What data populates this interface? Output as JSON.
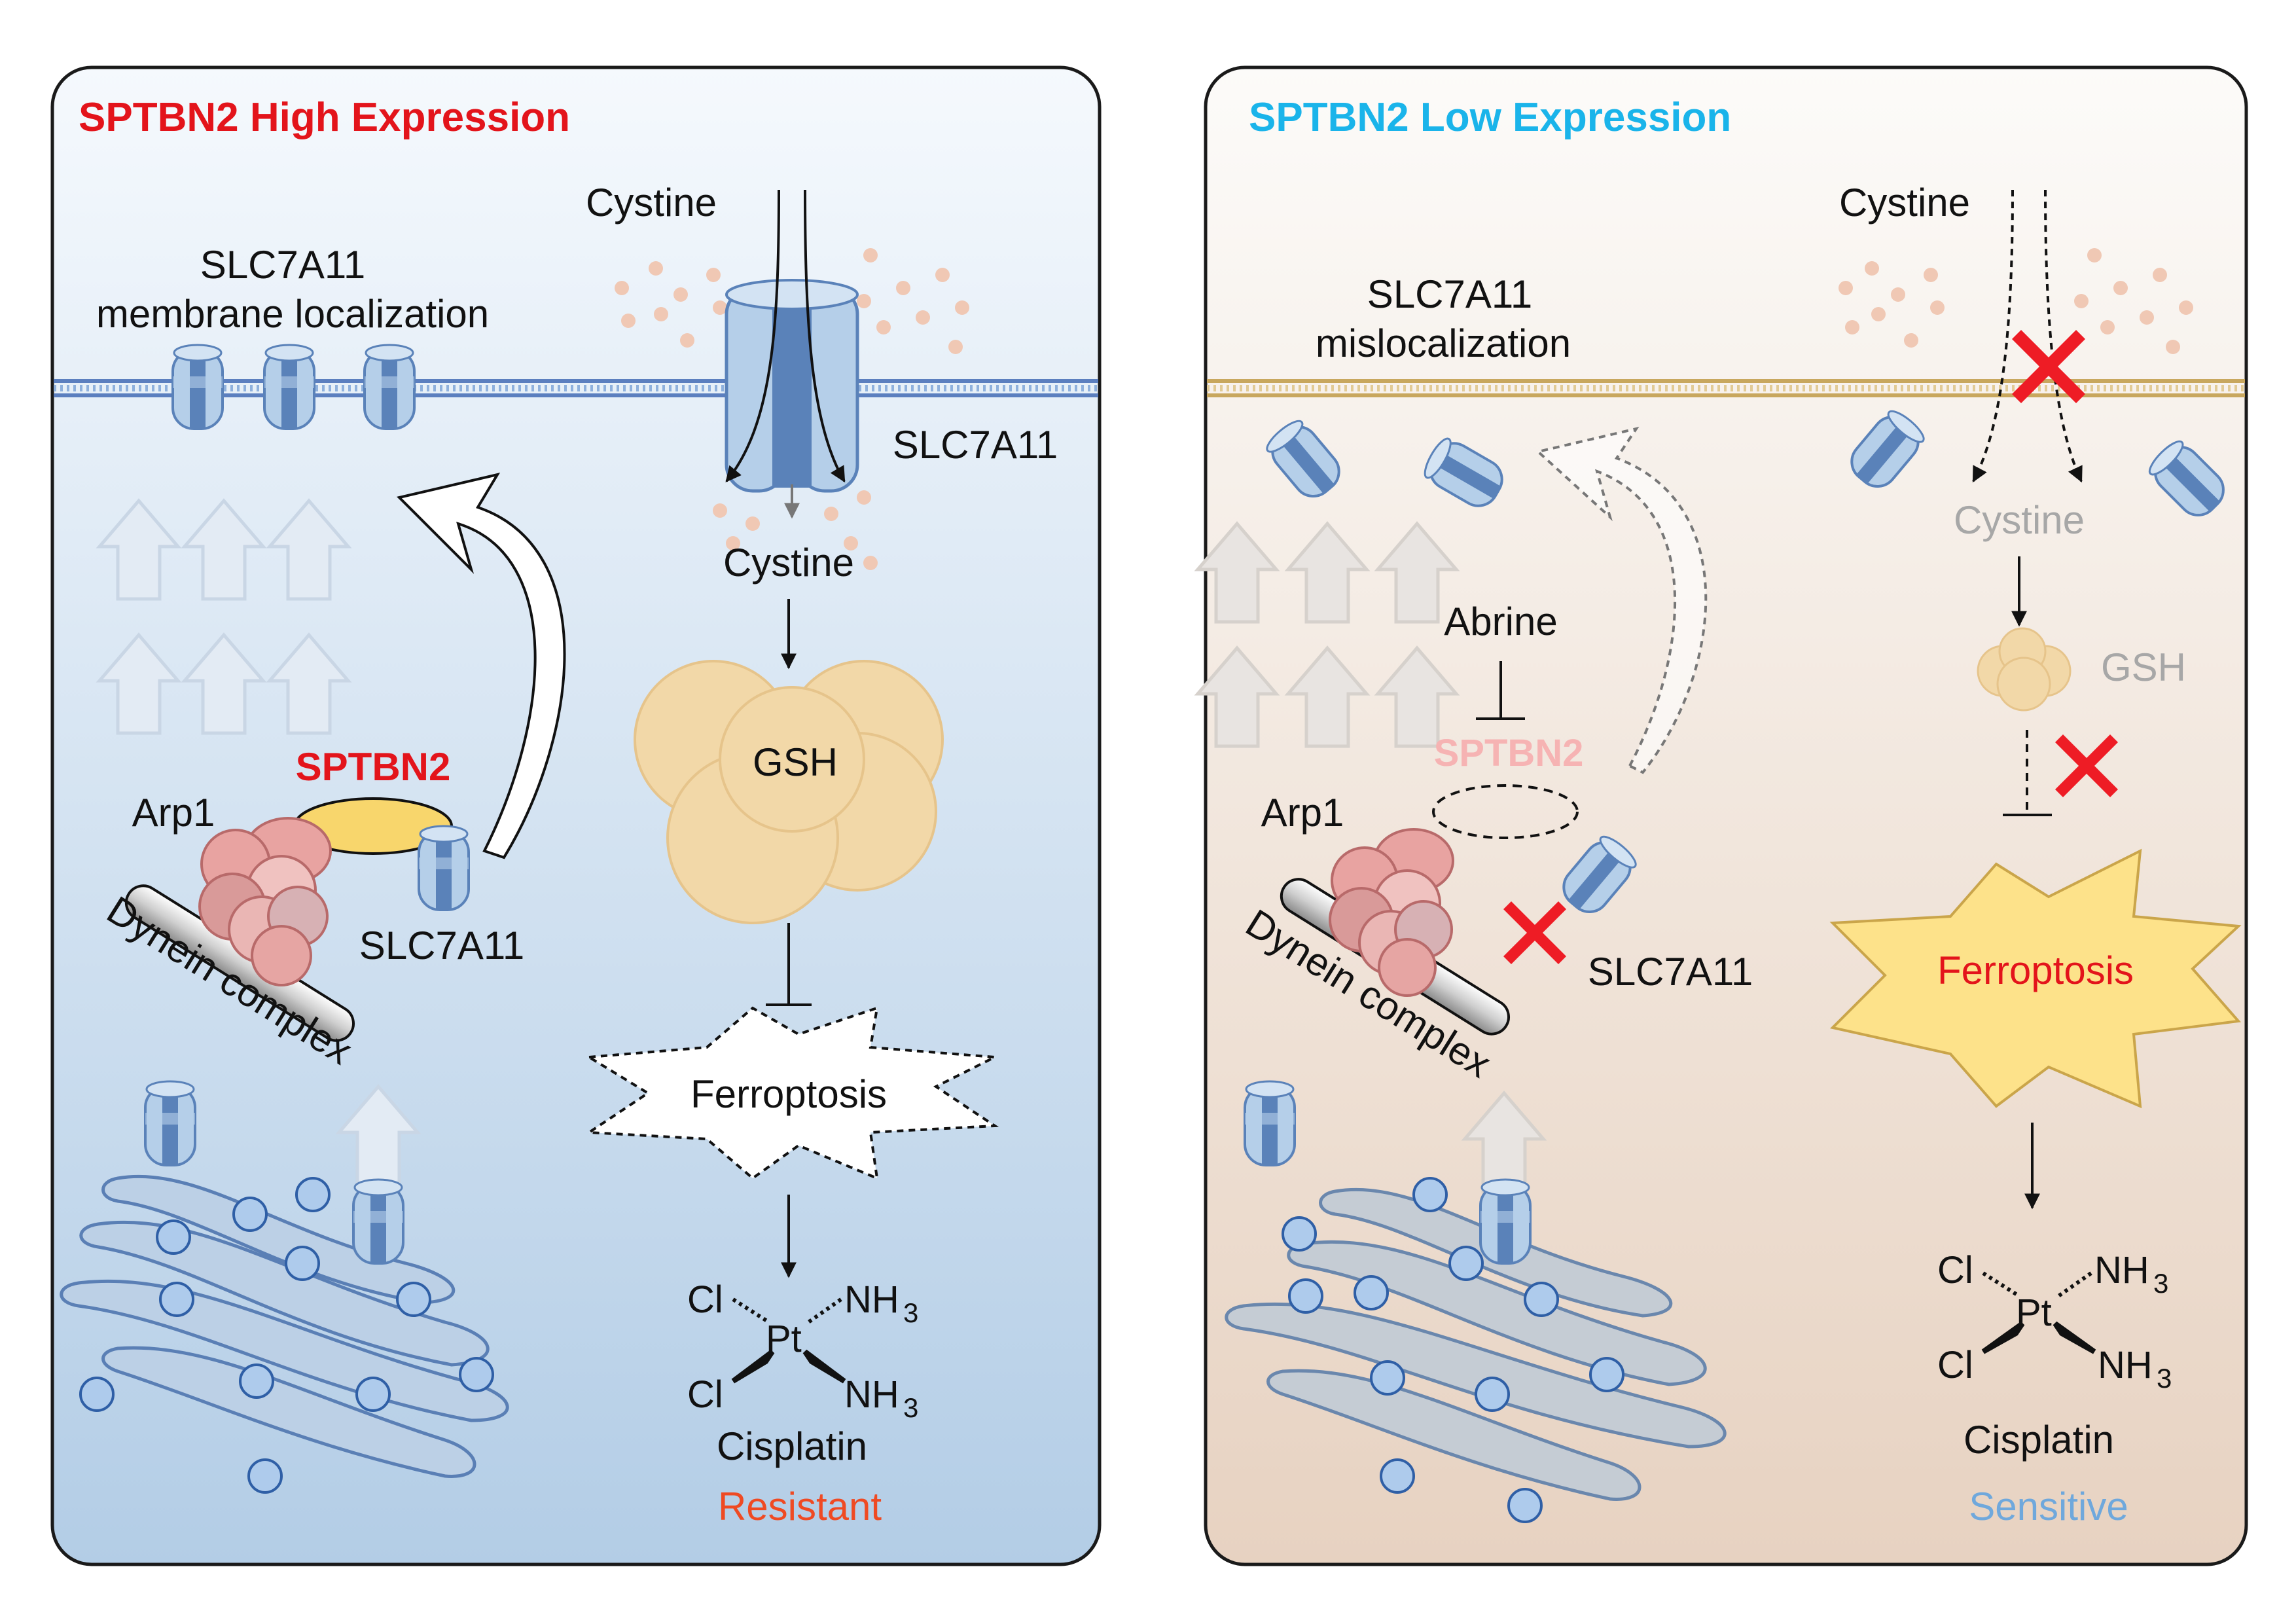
{
  "left_panel": {
    "header": "SPTBN2 High Expression",
    "header_color": "#e3141b",
    "bg_top": "#f5f9fd",
    "bg_bottom": "#b3cde6",
    "slc_membrane_line1": "SLC7A11",
    "slc_membrane_line2": "membrane localization",
    "cystine_out": "Cystine",
    "transporter_label": "SLC7A11",
    "cystine_in": "Cystine",
    "gsh": "GSH",
    "sptbn2": "SPTBN2",
    "arp1": "Arp1",
    "slc_complex": "SLC7A11",
    "dynein": "Dynein complex",
    "ferroptosis": "Ferroptosis",
    "cisplatin": "Cisplatin",
    "outcome": "Resistant",
    "outcome_color": "#ef4a23"
  },
  "right_panel": {
    "header": "SPTBN2 Low Expression",
    "header_color": "#1ab4ea",
    "bg_top": "#fcfbf9",
    "bg_bottom": "#e7d2c1",
    "slc_line1": "SLC7A11",
    "slc_line2": "mislocalization",
    "cystine_out": "Cystine",
    "cystine_in": "Cystine",
    "gsh": "GSH",
    "abrine": "Abrine",
    "sptbn2": "SPTBN2",
    "arp1": "Arp1",
    "slc_complex": "SLC7A11",
    "dynein": "Dynein complex",
    "ferroptosis": "Ferroptosis",
    "ferroptosis_color": "#e3141b",
    "cisplatin": "Cisplatin",
    "outcome": "Sensitive",
    "outcome_color": "#6fa8dc"
  },
  "cisplatin_structure": {
    "atom_cl_1": "Cl",
    "atom_cl_2": "Cl",
    "atom_pt": "Pt",
    "atom_nh": "NH",
    "subscript": "3"
  },
  "colors": {
    "transporter_light": "#b5cfe9",
    "transporter_dark": "#5a82b9",
    "membrane_left": "#5b7fbf",
    "membrane_right": "#c8a75e",
    "gsh_fill": "#f2d8a8",
    "gsh_stroke": "#e6c48b",
    "sptbn2_fill": "#f8d66c",
    "ferroptosis_star": "#fde28a",
    "vesicle": "#aecbec",
    "golgi": "#bcd0e6",
    "dot": "#f0c8b4",
    "red_x": "#ee1c25"
  },
  "icons": [
    "transporter-icon",
    "vesicle-icon",
    "golgi-icon",
    "gsh-cluster-icon",
    "ferroptosis-star-icon",
    "red-x-icon",
    "up-arrow-icon",
    "inhibition-icon"
  ]
}
